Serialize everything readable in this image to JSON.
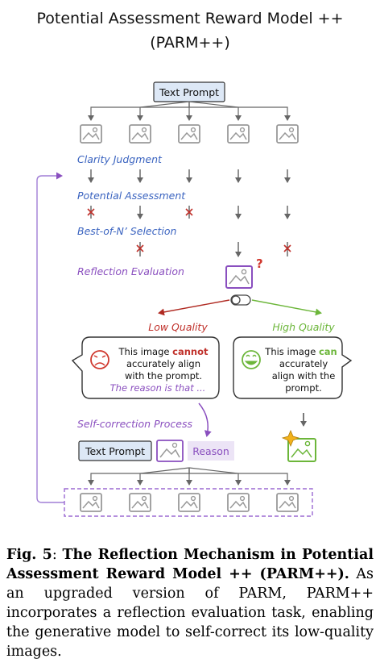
{
  "title_line1": "Potential Assessment Reward Model ++",
  "title_line2": "(PARM++)",
  "text_prompt": "Text Prompt",
  "stages": {
    "clarity": "Clarity Judgment",
    "potential": "Potential Assessment",
    "best_of_n": "Best-of-N’ Selection",
    "reflection": "Reflection Evaluation",
    "self_correction": "Self-correction Process"
  },
  "low_quality": {
    "label": "Low Quality",
    "line1_pre": "This image ",
    "line1_em": "cannot",
    "line2": "accurately align",
    "line3": "with the prompt.",
    "line4": "The reason is that ..."
  },
  "high_quality": {
    "label": "High Quality",
    "line1_pre": "This image ",
    "line1_em": "can",
    "line2": "accurately",
    "line3": "align with the",
    "line4": "prompt."
  },
  "reason_label": "Reason",
  "question_mark": "?",
  "colors": {
    "blue_text": "#3b64c0",
    "purple": "#8a4fbf",
    "red": "#c0312b",
    "green": "#6cb63a",
    "prompt_fill": "#dde8f6",
    "reason_fill": "#ece4f6",
    "gray": "#8a8a8a"
  },
  "icons": [
    "image-placeholder-icon",
    "cross-mark-icon",
    "sad-face-icon",
    "smile-face-icon",
    "toggle-switch-icon",
    "sparkle-icon"
  ],
  "caption": {
    "fig_label": "Fig. 5",
    "fig_sep": ": ",
    "bold_title": "The Reflection Mechanism in Potential Assessment Reward Model ++ (PARM++).",
    "body": " As an upgraded version of PARM, PARM++ incorporates a reflection evaluation task, enabling the generative model to self-correct its low-quality images."
  }
}
